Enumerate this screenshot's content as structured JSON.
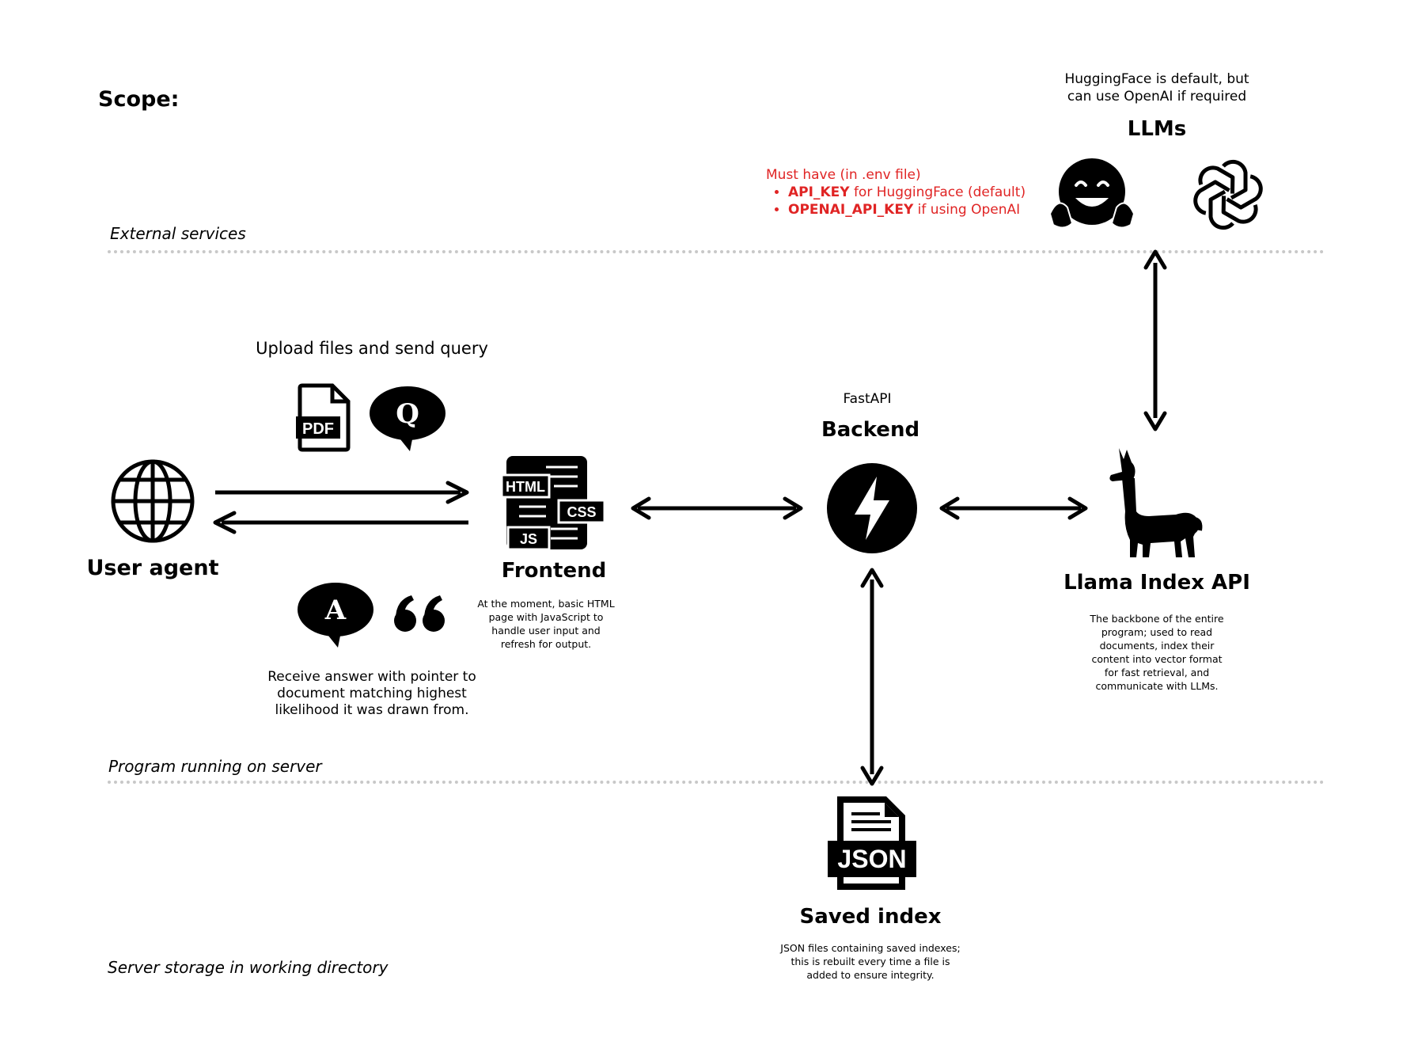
{
  "scope_title": "Scope:",
  "zones": {
    "external": "External services",
    "program": "Program running on server",
    "storage": "Server storage in working directory"
  },
  "llms": {
    "note_line1": "HuggingFace is default, but",
    "note_line2": "can use OpenAI if required",
    "title": "LLMs",
    "icons": [
      "huggingface-logo",
      "openai-logo"
    ]
  },
  "requirements": {
    "heading": "Must have (in .env file)",
    "items": [
      {
        "key": "API_KEY",
        "rest": " for HuggingFace (default)"
      },
      {
        "key": "OPENAI_API_KEY",
        "rest": " if using OpenAI"
      }
    ],
    "color": "#e02424"
  },
  "user_agent": {
    "title": "User agent",
    "upload_label": "Upload files and send query",
    "upload_icons": {
      "pdf": "PDF",
      "query": "Q"
    },
    "receive_icons": {
      "answer": "A",
      "quote": "quote-marks"
    },
    "receive_line1": "Receive answer with pointer to",
    "receive_line2": "document matching highest",
    "receive_line3": "likelihood it was drawn from."
  },
  "frontend": {
    "title": "Frontend",
    "icon_labels": {
      "html": "HTML",
      "css": "CSS",
      "js": "JS"
    },
    "desc_line1": "At the moment, basic HTML",
    "desc_line2": "page with JavaScript to",
    "desc_line3": "handle user input and",
    "desc_line4": "refresh for output."
  },
  "backend": {
    "subtitle": "FastAPI",
    "title": "Backend"
  },
  "llama": {
    "title": "Llama Index API",
    "desc_line1": "The backbone of the entire",
    "desc_line2": "program; used to read",
    "desc_line3": "documents, index their",
    "desc_line4": "content into vector format",
    "desc_line5": "for fast retrieval, and",
    "desc_line6": "communicate with LLMs."
  },
  "saved_index": {
    "title": "Saved index",
    "icon_label": "JSON",
    "desc_line1": "JSON files containing saved indexes;",
    "desc_line2": "this is rebuilt every time a file is",
    "desc_line3": "added to ensure integrity."
  }
}
